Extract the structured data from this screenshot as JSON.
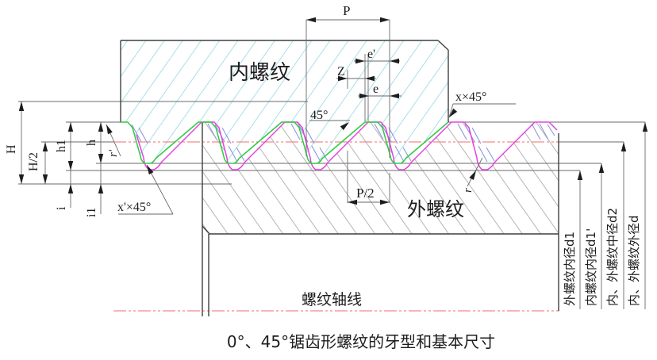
{
  "figure": {
    "caption": "0°、45°锯齿形螺纹的牙型和基本尺寸",
    "labels": {
      "internal_thread": "内螺纹",
      "external_thread": "外螺纹",
      "thread_axis": "螺纹轴线",
      "pitch": "P",
      "half_pitch": "P/2",
      "e_prime": "e'",
      "z": "Z",
      "e": "e",
      "angle_45": "45°",
      "x_chamfer": "x×45°",
      "x_prime_chamfer": "x'×45°",
      "H": "H",
      "H_half": "H/2",
      "h1": "h1",
      "h": "h",
      "i": "i",
      "i1": "i1",
      "r_prime": "r'",
      "r": "r",
      "d1": "外螺纹内径d1",
      "d1_prime": "内螺纹内径d1'",
      "d2": "内、外螺纹中径d2",
      "d": "内、外螺纹外径d"
    },
    "colors": {
      "internal_profile_green": "#2ecc40",
      "external_profile_magenta": "#e544e0",
      "centerline_red": "#f28b8b",
      "nut_hatch_cyan": "#a8dfe8",
      "bolt_hatch_gray": "#b5b5b5",
      "overlap_hatch_blue": "#8a97dd",
      "line": "#3f3f3f"
    }
  }
}
